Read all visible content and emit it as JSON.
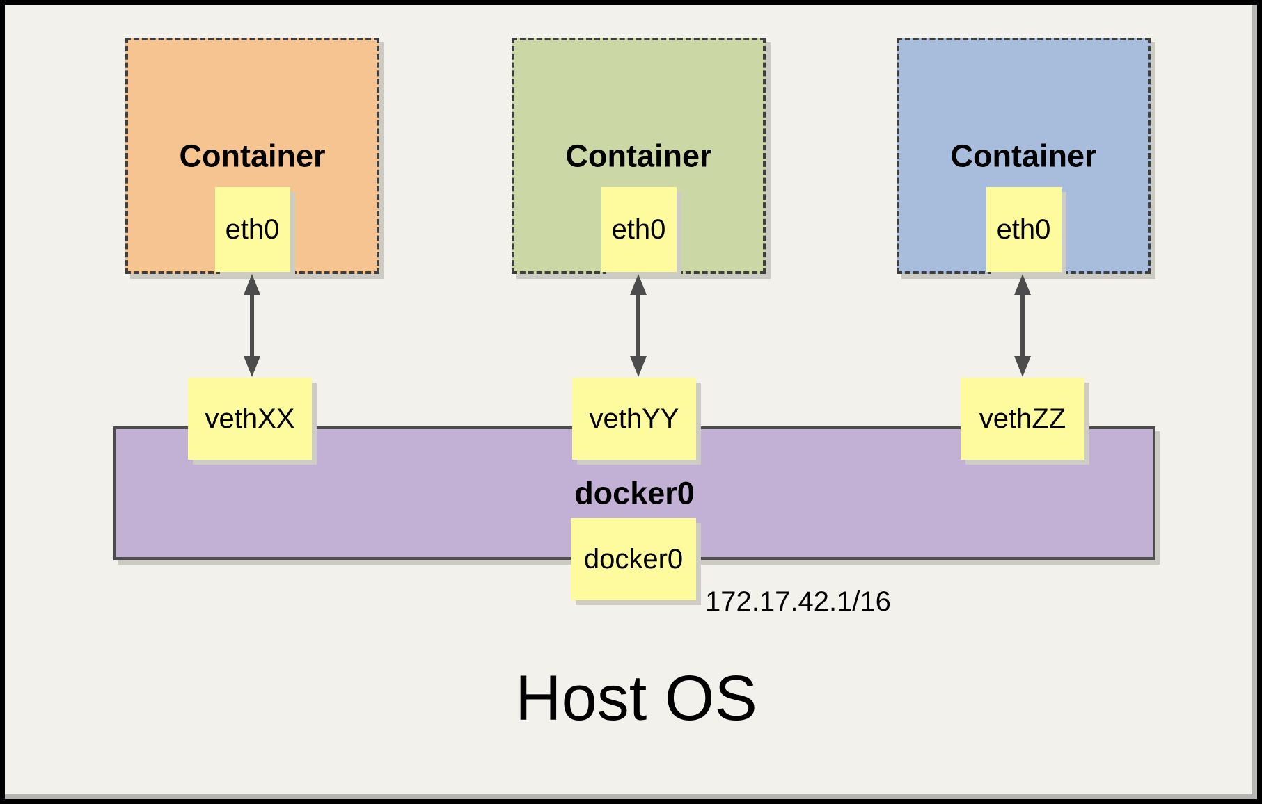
{
  "canvas": {
    "background": "#F2F1EB",
    "frame_border": "#000000",
    "frame_shadow": "#B5B5B3"
  },
  "host": {
    "title": "Host OS"
  },
  "containers": [
    {
      "title": "Container",
      "fill": "#F6C491",
      "eth": "eth0",
      "veth": "vethXX"
    },
    {
      "title": "Container",
      "fill": "#CBD8A6",
      "eth": "eth0",
      "veth": "vethYY"
    },
    {
      "title": "Container",
      "fill": "#A8BDDB",
      "eth": "eth0",
      "veth": "vethZZ"
    }
  ],
  "bridge": {
    "title": "docker0",
    "fill": "#C2B1D4",
    "interface": "docker0",
    "ip": "172.17.42.1/16"
  },
  "node": {
    "fill": "#FDFB9E"
  },
  "arrow": {
    "color": "#4C4C4C"
  }
}
